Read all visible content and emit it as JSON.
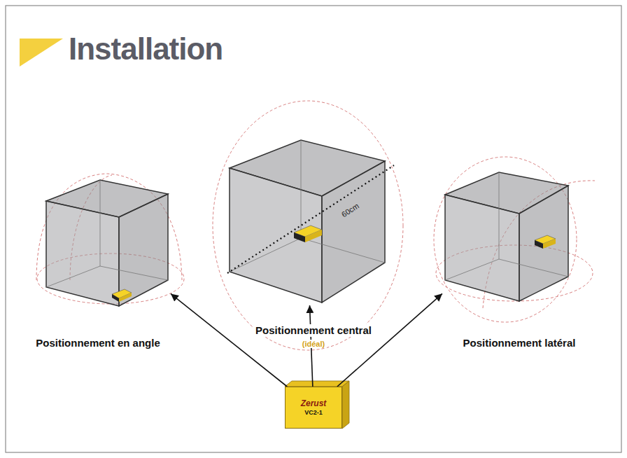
{
  "diagram": {
    "title": "Installation",
    "nodes": [
      {
        "text": [
          "Positionnement en angle"
        ]
      },
      {
        "text": [
          "Positionnement central",
          "(idéal)"
        ]
      },
      {
        "text": [
          "Positionnement latéral"
        ]
      },
      {
        "text": [
          "Zerust",
          "VC2-1"
        ]
      }
    ],
    "edges": [
      {
        "from": 3,
        "to": 0,
        "arrow": "to"
      },
      {
        "from": 3,
        "to": 1,
        "arrow": "to"
      },
      {
        "from": 3,
        "to": 2,
        "arrow": "to"
      }
    ],
    "labels": [
      "60cm"
    ]
  }
}
